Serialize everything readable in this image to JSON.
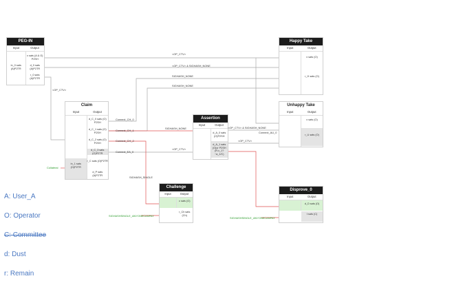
{
  "boxes": {
    "pegin": {
      "title": "PEG-IN",
      "input_hdr": "Input",
      "output_hdr": "Output",
      "inputs": [
        "in_0 sats (A)P2TR"
      ],
      "outputs": [
        "x sats (A & O) P2SH",
        "d_0 sats (A)P2TR",
        "r_0 sats (A)P2TR"
      ]
    },
    "happy": {
      "title": "Happy Take",
      "input_hdr": "Input",
      "output_hdr": "Output",
      "outputs": [
        "x sats (O)",
        "r_H sats (O)"
      ]
    },
    "claim": {
      "title": "Claim",
      "input_hdr": "Input",
      "output_hdr": "Output",
      "inputs": [
        "in_1 sats (O)P2TR"
      ],
      "outputs": [
        "d_C_0 sats (O) P2SH",
        "d_C_1 sats (O) P2SH",
        "d_C_2 sats (O) P2SH",
        "d_C_3 sats (O)P2TR",
        "r_C sats (O)P2TR",
        "d_P sats (A)P2TR"
      ]
    },
    "unhappy": {
      "title": "Unhappy Take",
      "input_hdr": "Input",
      "output_hdr": "Output",
      "outputs": [
        "x sats (O)",
        "r_U sats (O)"
      ]
    },
    "assertion": {
      "title": "Assertion",
      "input_hdr": "Input",
      "output_hdr": "Output",
      "outputs": [
        "d_A_0 sats (O)P2SH",
        "d_A_1 sats (O)or P2SH (R.c_1?~a_1/C)"
      ]
    },
    "challenge": {
      "title": "Challenge",
      "input_hdr": "Input",
      "output_hdr": "Output",
      "outputs": [
        "c sats (O)",
        "r_Ch sats (Ch)"
      ]
    },
    "disprove": {
      "title": "Disprove_0",
      "input_hdr": "Input",
      "output_hdr": "Output",
      "outputs": [
        "d_D sats (O)",
        "t sats (C)"
      ]
    }
  },
  "edges": {
    "op_ctv_top": "<OP_CTV>",
    "op_ctv_sighash_none": "<OP_CTV> & SIGHASH_NONE",
    "sighash_none_1": "SIGHASH_NONE",
    "sighash_none_2": "SIGHASH_NONE",
    "op_ctv_left": "<OP_CTV>",
    "connect_ch_0": "Connect_CH_0",
    "connect_ch_1": "Connect_CH_1",
    "connect_ch_2": "Connect_CH_2",
    "connect_ea_0": "Connect_EA_0",
    "sighash_none_3": "SIGHASH_NONE",
    "op_ctv_mid": "<OP_CTV>",
    "op_ctv_sighash_none_2": "<OP_CTV> & SIGHASH_NONE",
    "connect_au_0": "Connect_AU_0",
    "op_ctv_assert": "<OP_CTV>",
    "collateral": "Collateral",
    "sighash_single": "SIGHASH_SINGLE",
    "sighash_single_acp_1": "SIGHASHSINGLE_ANYONECANPAY",
    "sighash_single_acp_2": "SIGHASHSINGLE_ANYONECANPAY"
  },
  "legend": [
    {
      "text": "A: User_A",
      "struck": false
    },
    {
      "text": "O: Operator",
      "struck": false
    },
    {
      "text": "C: Committee",
      "struck": true
    },
    {
      "text": "d: Dust",
      "struck": false
    },
    {
      "text": "r: Remain",
      "struck": false
    }
  ],
  "colors": {
    "title_bg": "#1c1c1c",
    "wire": "#a8a8a8",
    "red_wire": "#e05050",
    "legend": "#4a78c2",
    "green_label": "#2a9b2a"
  }
}
